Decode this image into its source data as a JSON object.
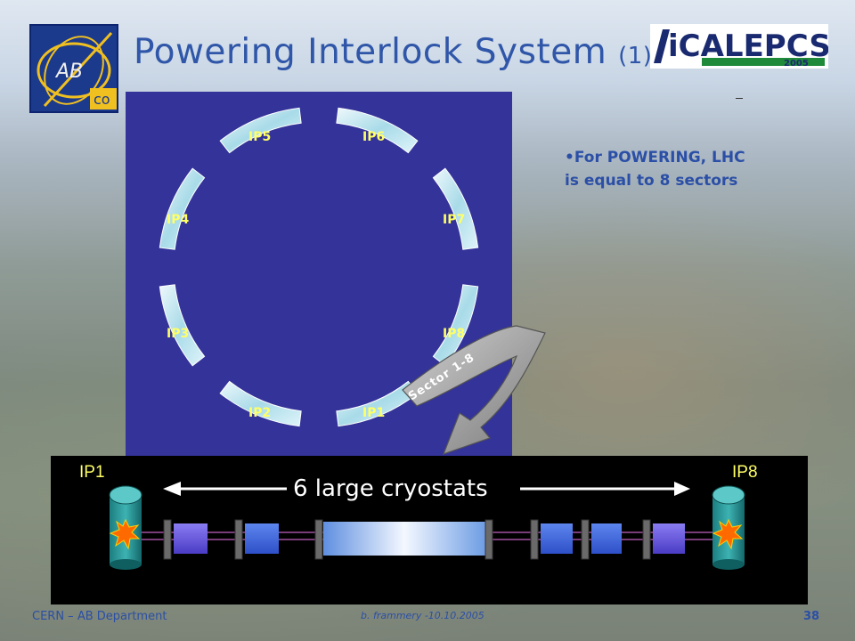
{
  "header": {
    "title_main": "Powering Interlock System",
    "title_suffix": "(1)",
    "logo_ab_text": "AB",
    "logo_co_text": "co",
    "logo_icalepcs_text": "iCALEPCS",
    "logo_icalepcs_year": "2005"
  },
  "ring": {
    "labels": [
      "IP5",
      "IP6",
      "IP4",
      "IP7",
      "IP3",
      "IP8",
      "IP2",
      "IP1"
    ],
    "sector_label": "Sector 1-8"
  },
  "info": {
    "line1": "•For POWERING, LHC",
    "line2": "is equal to 8 sectors"
  },
  "strip": {
    "left_label": "IP1",
    "right_label": "IP8",
    "caption": "6 large cryostats"
  },
  "footer": {
    "department": "CERN – AB Department",
    "author": "b. frammery -10.10.2005",
    "page": "38"
  },
  "colors": {
    "panel": "#333399",
    "label_yellow": "#ffff66",
    "title_blue": "#2f56a8"
  }
}
